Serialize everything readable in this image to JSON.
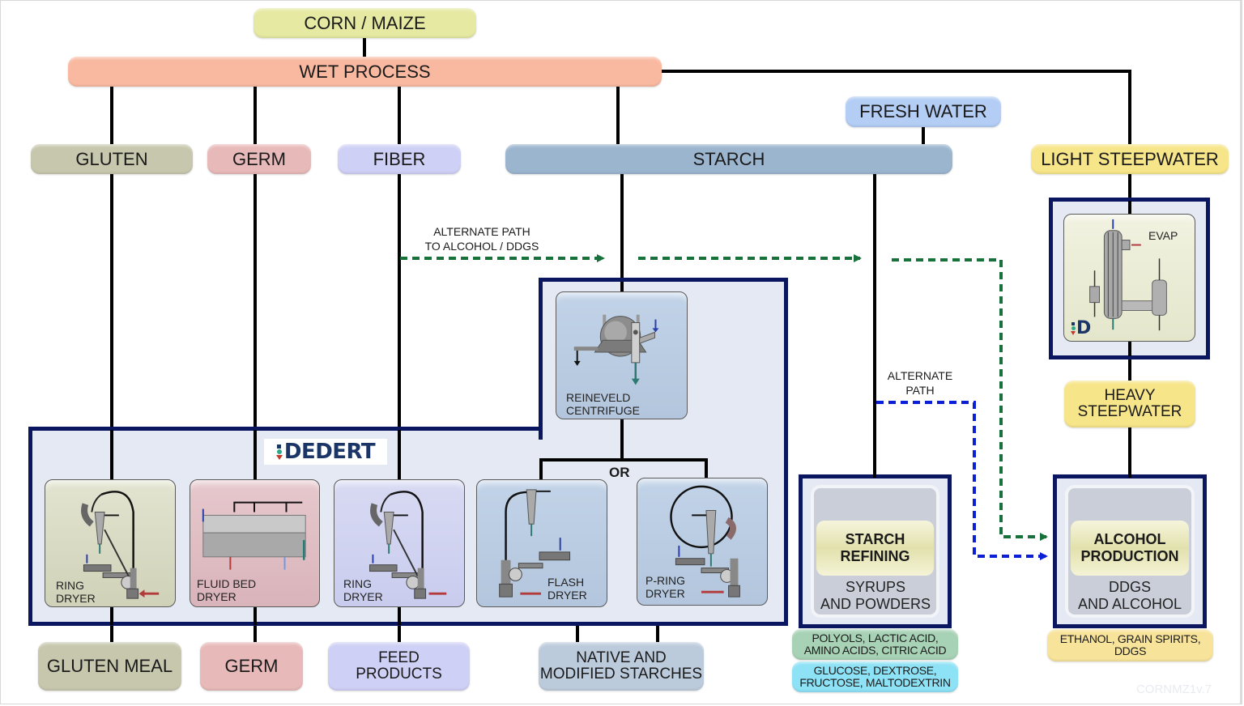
{
  "source": {
    "label": "CORN / MAIZE"
  },
  "main_process": {
    "label": "WET PROCESS"
  },
  "fractions": [
    {
      "id": "gluten",
      "label": "GLUTEN"
    },
    {
      "id": "germ",
      "label": "GERM"
    },
    {
      "id": "fiber",
      "label": "FIBER"
    },
    {
      "id": "starch",
      "label": "STARCH"
    }
  ],
  "fresh_water": {
    "label": "FRESH WATER"
  },
  "light_steepwater": {
    "label": "LIGHT STEEPWATER"
  },
  "heavy_steepwater": {
    "label": "HEAVY\nSTEEPWATER"
  },
  "annotations": {
    "alt_path_alcohol": "ALTERNATE PATH\nTO ALCOHOL / DDGS",
    "alt_path": "ALTERNATE\nPATH",
    "or": "OR"
  },
  "brand": {
    "name": "DEDERT",
    "short": "D"
  },
  "equipment": {
    "centrifuge": {
      "label": "REINEVELD\nCENTRIFUGE",
      "icon": "centrifuge-icon"
    },
    "evaporator": {
      "label": "EVAP",
      "icon": "evaporator-icon"
    },
    "dryers": [
      {
        "label": "RING\nDRYER",
        "icon": "ring-dryer-icon",
        "feeds": "gluten"
      },
      {
        "label": "FLUID BED\nDRYER",
        "icon": "fluid-bed-dryer-icon",
        "feeds": "germ"
      },
      {
        "label": "RING\nDRYER",
        "icon": "ring-dryer-icon",
        "feeds": "fiber"
      },
      {
        "label": "FLASH\nDRYER",
        "icon": "flash-dryer-icon",
        "feeds": "starch"
      },
      {
        "label": "P-RING\nDRYER",
        "icon": "p-ring-dryer-icon",
        "feeds": "starch"
      }
    ]
  },
  "processes": {
    "starch_refining": {
      "title": "STARCH\nREFINING",
      "subtitle": "SYRUPS\nAND POWDERS"
    },
    "alcohol_production": {
      "title": "ALCOHOL\nPRODUCTION",
      "subtitle": "DDGS\nAND ALCOHOL"
    }
  },
  "products": {
    "gluten_meal": "GLUTEN MEAL",
    "germ": "GERM",
    "feed_products": "FEED\nPRODUCTS",
    "starches": "NATIVE AND\nMODIFIED STARCHES",
    "polyols": "POLYOLS, LACTIC ACID,\nAMINO ACIDS, CITRIC ACID",
    "glucose": "GLUCOSE, DEXTROSE,\nFRUCTOSE, MALTODEXTRIN",
    "ethanol": "ETHANOL, GRAIN SPIRITS,\nDDGS"
  },
  "colors": {
    "line": "#000000",
    "alt_path_green": "#16713a",
    "alt_path_blue": "#0a1fd6",
    "system_border": "#0b1660"
  },
  "doc_code": "CORNMZ1v.7"
}
